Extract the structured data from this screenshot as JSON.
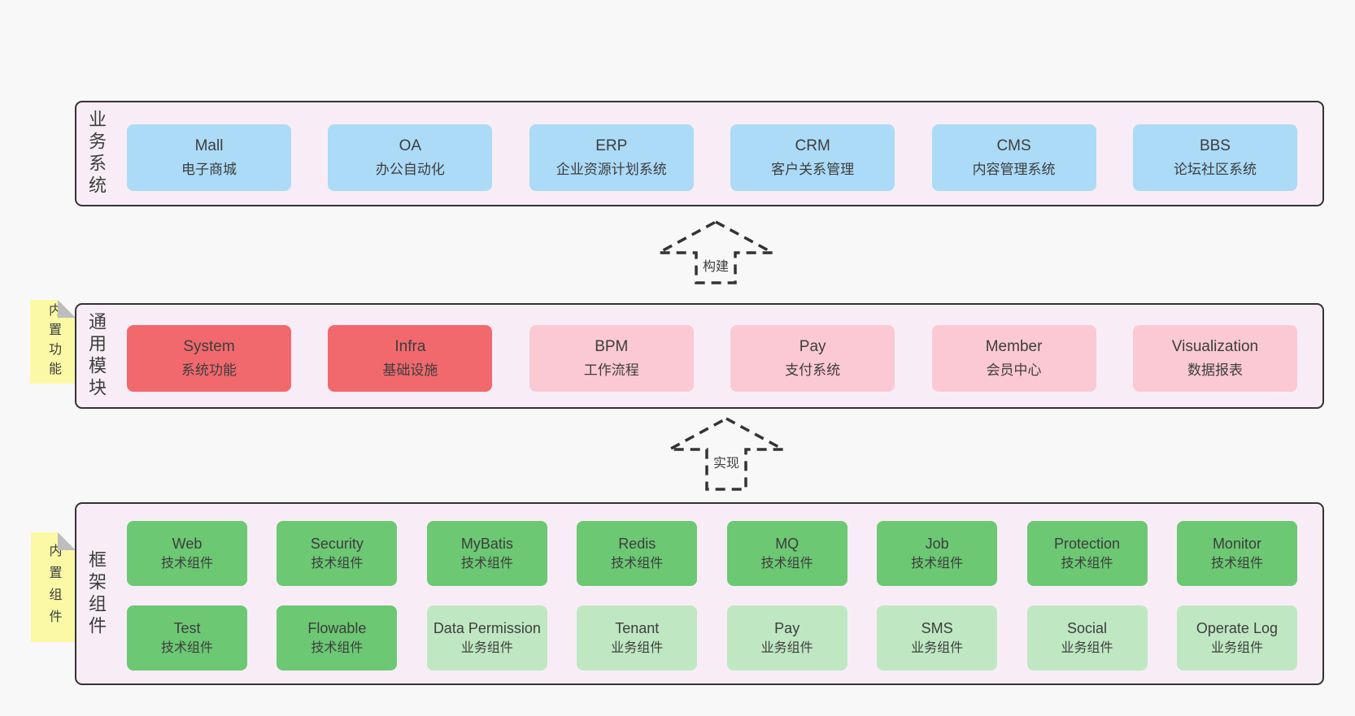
{
  "palette": {
    "page_bg": "#f8f8f8",
    "panel_bg": "#f8edf6",
    "panel_border": "#333333",
    "blue": "#abdbf7",
    "red": "#f1696d",
    "pink": "#fbc9d3",
    "green": "#6cc873",
    "light_green": "#bfe8c2",
    "sticky_yellow": "#fbf9a5",
    "sticky_fold": "#bdbdbd",
    "text": "#3d3d3d"
  },
  "business": {
    "label": "业务系统",
    "boxes": [
      {
        "title": "Mall",
        "subtitle": "电子商城"
      },
      {
        "title": "OA",
        "subtitle": "办公自动化"
      },
      {
        "title": "ERP",
        "subtitle": "企业资源计划系统"
      },
      {
        "title": "CRM",
        "subtitle": "客户关系管理"
      },
      {
        "title": "CMS",
        "subtitle": "内容管理系统"
      },
      {
        "title": "BBS",
        "subtitle": "论坛社区系统"
      }
    ]
  },
  "build_arrow": {
    "label": "构建"
  },
  "modules": {
    "label": "通用模块",
    "sticky": "内置功能",
    "boxes": [
      {
        "title": "System",
        "subtitle": "系统功能",
        "variant": "red"
      },
      {
        "title": "Infra",
        "subtitle": "基础设施",
        "variant": "red"
      },
      {
        "title": "BPM",
        "subtitle": "工作流程",
        "variant": "pink"
      },
      {
        "title": "Pay",
        "subtitle": "支付系统",
        "variant": "pink"
      },
      {
        "title": "Member",
        "subtitle": "会员中心",
        "variant": "pink"
      },
      {
        "title": "Visualization",
        "subtitle": "数据报表",
        "variant": "pink"
      }
    ]
  },
  "implement_arrow": {
    "label": "实现"
  },
  "framework": {
    "label": "框架组件",
    "sticky": "内置组件",
    "row1": [
      {
        "title": "Web",
        "subtitle": "技术组件"
      },
      {
        "title": "Security",
        "subtitle": "技术组件"
      },
      {
        "title": "MyBatis",
        "subtitle": "技术组件"
      },
      {
        "title": "Redis",
        "subtitle": "技术组件"
      },
      {
        "title": "MQ",
        "subtitle": "技术组件"
      },
      {
        "title": "Job",
        "subtitle": "技术组件"
      },
      {
        "title": "Protection",
        "subtitle": "技术组件"
      },
      {
        "title": "Monitor",
        "subtitle": "技术组件"
      }
    ],
    "row2": [
      {
        "title": "Test",
        "subtitle": "技术组件",
        "variant": "green"
      },
      {
        "title": "Flowable",
        "subtitle": "技术组件",
        "variant": "green"
      },
      {
        "title": "Data Permission",
        "subtitle": "业务组件",
        "variant": "light_green"
      },
      {
        "title": "Tenant",
        "subtitle": "业务组件",
        "variant": "light_green"
      },
      {
        "title": "Pay",
        "subtitle": "业务组件",
        "variant": "light_green"
      },
      {
        "title": "SMS",
        "subtitle": "业务组件",
        "variant": "light_green"
      },
      {
        "title": "Social",
        "subtitle": "业务组件",
        "variant": "light_green"
      },
      {
        "title": "Operate Log",
        "subtitle": "业务组件",
        "variant": "light_green"
      }
    ]
  }
}
